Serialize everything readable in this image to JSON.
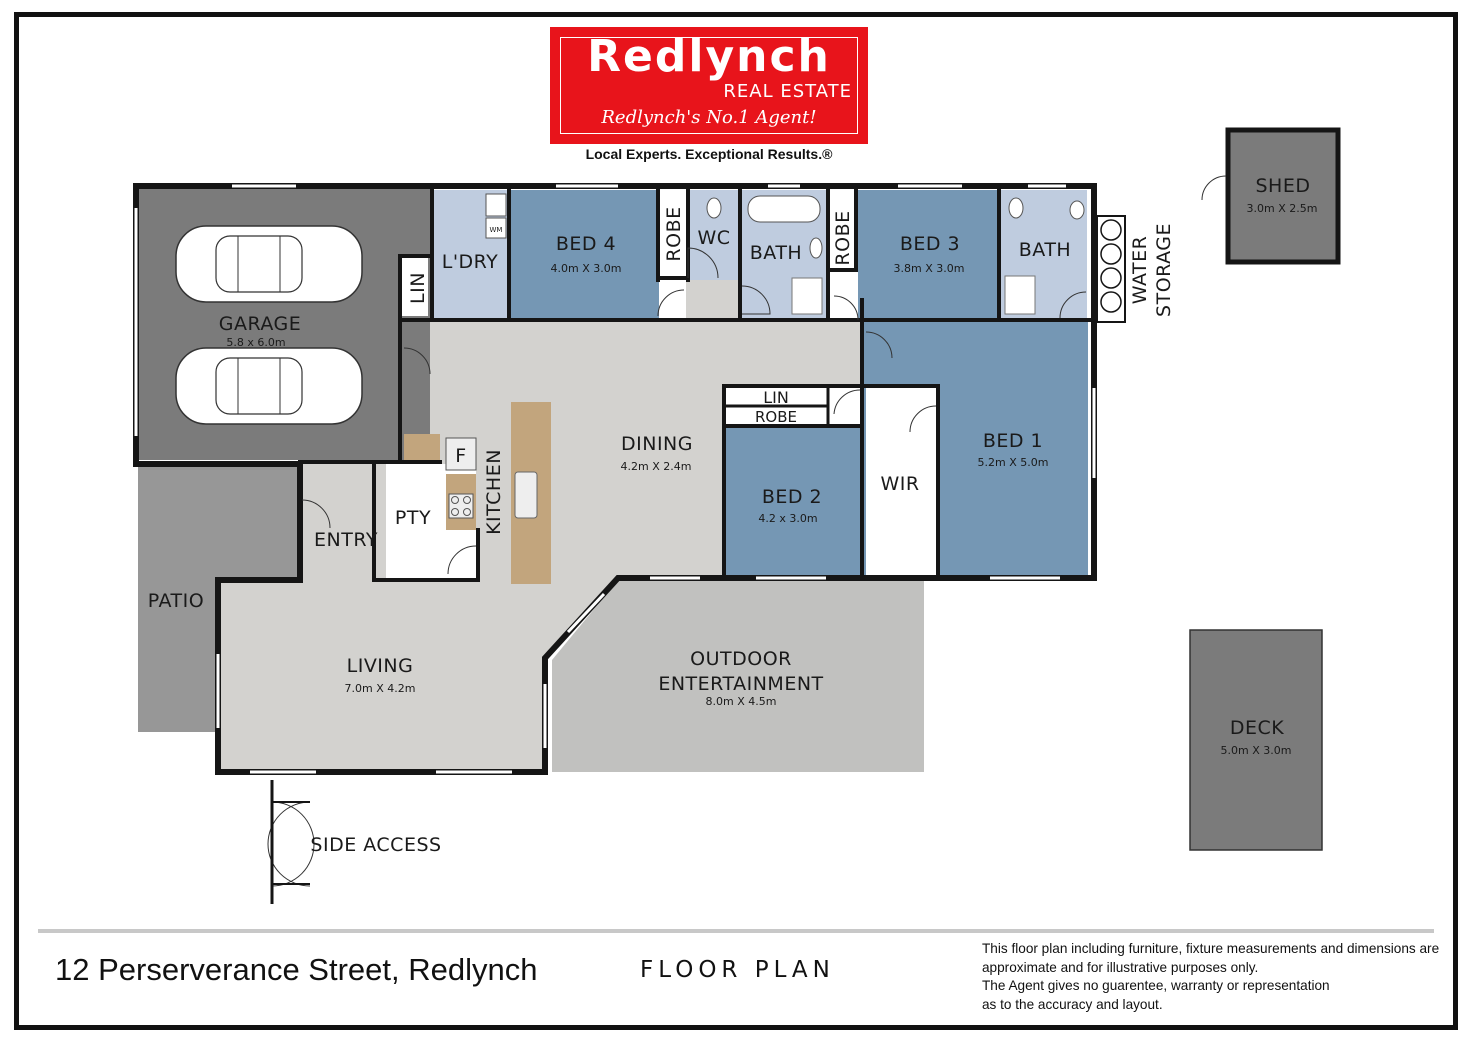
{
  "brand": {
    "name": "Redlynch",
    "subtitle": "REAL ESTATE",
    "slogan": "Redlynch's No.1 Agent!",
    "tagline": "Local Experts. Exceptional Results.®",
    "color": "#e8141b"
  },
  "rooms": {
    "garage": {
      "name": "GARAGE",
      "dims": "5.8 x 6.0m"
    },
    "laundry": {
      "name": "L'DRY"
    },
    "lin_laundry": {
      "name": "LIN"
    },
    "washing_machine": {
      "name": "WM"
    },
    "bed4": {
      "name": "BED 4",
      "dims": "4.0m X 3.0m"
    },
    "robe4": {
      "name": "ROBE"
    },
    "wc": {
      "name": "WC"
    },
    "bath_main": {
      "name": "BATH"
    },
    "robe3": {
      "name": "ROBE"
    },
    "bed3": {
      "name": "BED 3",
      "dims": "3.8m X 3.0m"
    },
    "bath_ensuite": {
      "name": "BATH"
    },
    "water_storage": {
      "line1": "WATER",
      "line2": "STORAGE"
    },
    "shed": {
      "name": "SHED",
      "dims": "3.0m X 2.5m"
    },
    "dining": {
      "name": "DINING",
      "dims": "4.2m X 2.4m"
    },
    "kitchen": {
      "name": "KITCHEN"
    },
    "fridge": {
      "name": "F"
    },
    "pantry": {
      "name": "PTY"
    },
    "entry": {
      "name": "ENTRY"
    },
    "lin_hall": {
      "name": "LIN"
    },
    "robe2": {
      "name": "ROBE"
    },
    "bed2": {
      "name": "BED 2",
      "dims": "4.2 x 3.0m"
    },
    "wir": {
      "name": "WIR"
    },
    "bed1": {
      "name": "BED 1",
      "dims": "5.2m X 5.0m"
    },
    "patio": {
      "name": "PATIO"
    },
    "living": {
      "name": "LIVING",
      "dims": "7.0m X 4.2m"
    },
    "outdoor": {
      "line1": "OUTDOOR",
      "line2": "ENTERTAINMENT",
      "dims": "8.0m X 4.5m"
    },
    "deck": {
      "name": "DECK",
      "dims": "5.0m X 3.0m"
    },
    "side_access": {
      "name": "SIDE ACCESS"
    }
  },
  "footer": {
    "address": "12 Perserverance Street, Redlynch",
    "title": "FLOOR PLAN",
    "disclaimer": [
      "This floor plan including furniture, fixture measurements and dimensions are",
      "approximate and for illustrative purposes only.",
      "The Agent gives no guarentee, warranty or representation",
      "as to the accuracy and layout."
    ]
  },
  "colors": {
    "wall": "#151515",
    "bedroom": "#7597b4",
    "wet_area": "#bfccdf",
    "living": "#d3d2cf",
    "garage": "#7b7b7b",
    "patio": "#979797",
    "outdoor": "#c1c1bf",
    "benchtop": "#c2a57d"
  }
}
